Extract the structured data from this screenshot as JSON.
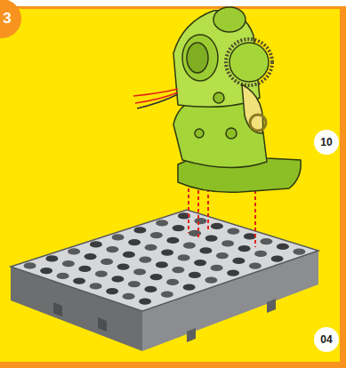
{
  "diagram": {
    "labels": [
      "3",
      "10",
      "04"
    ]
  }
}
